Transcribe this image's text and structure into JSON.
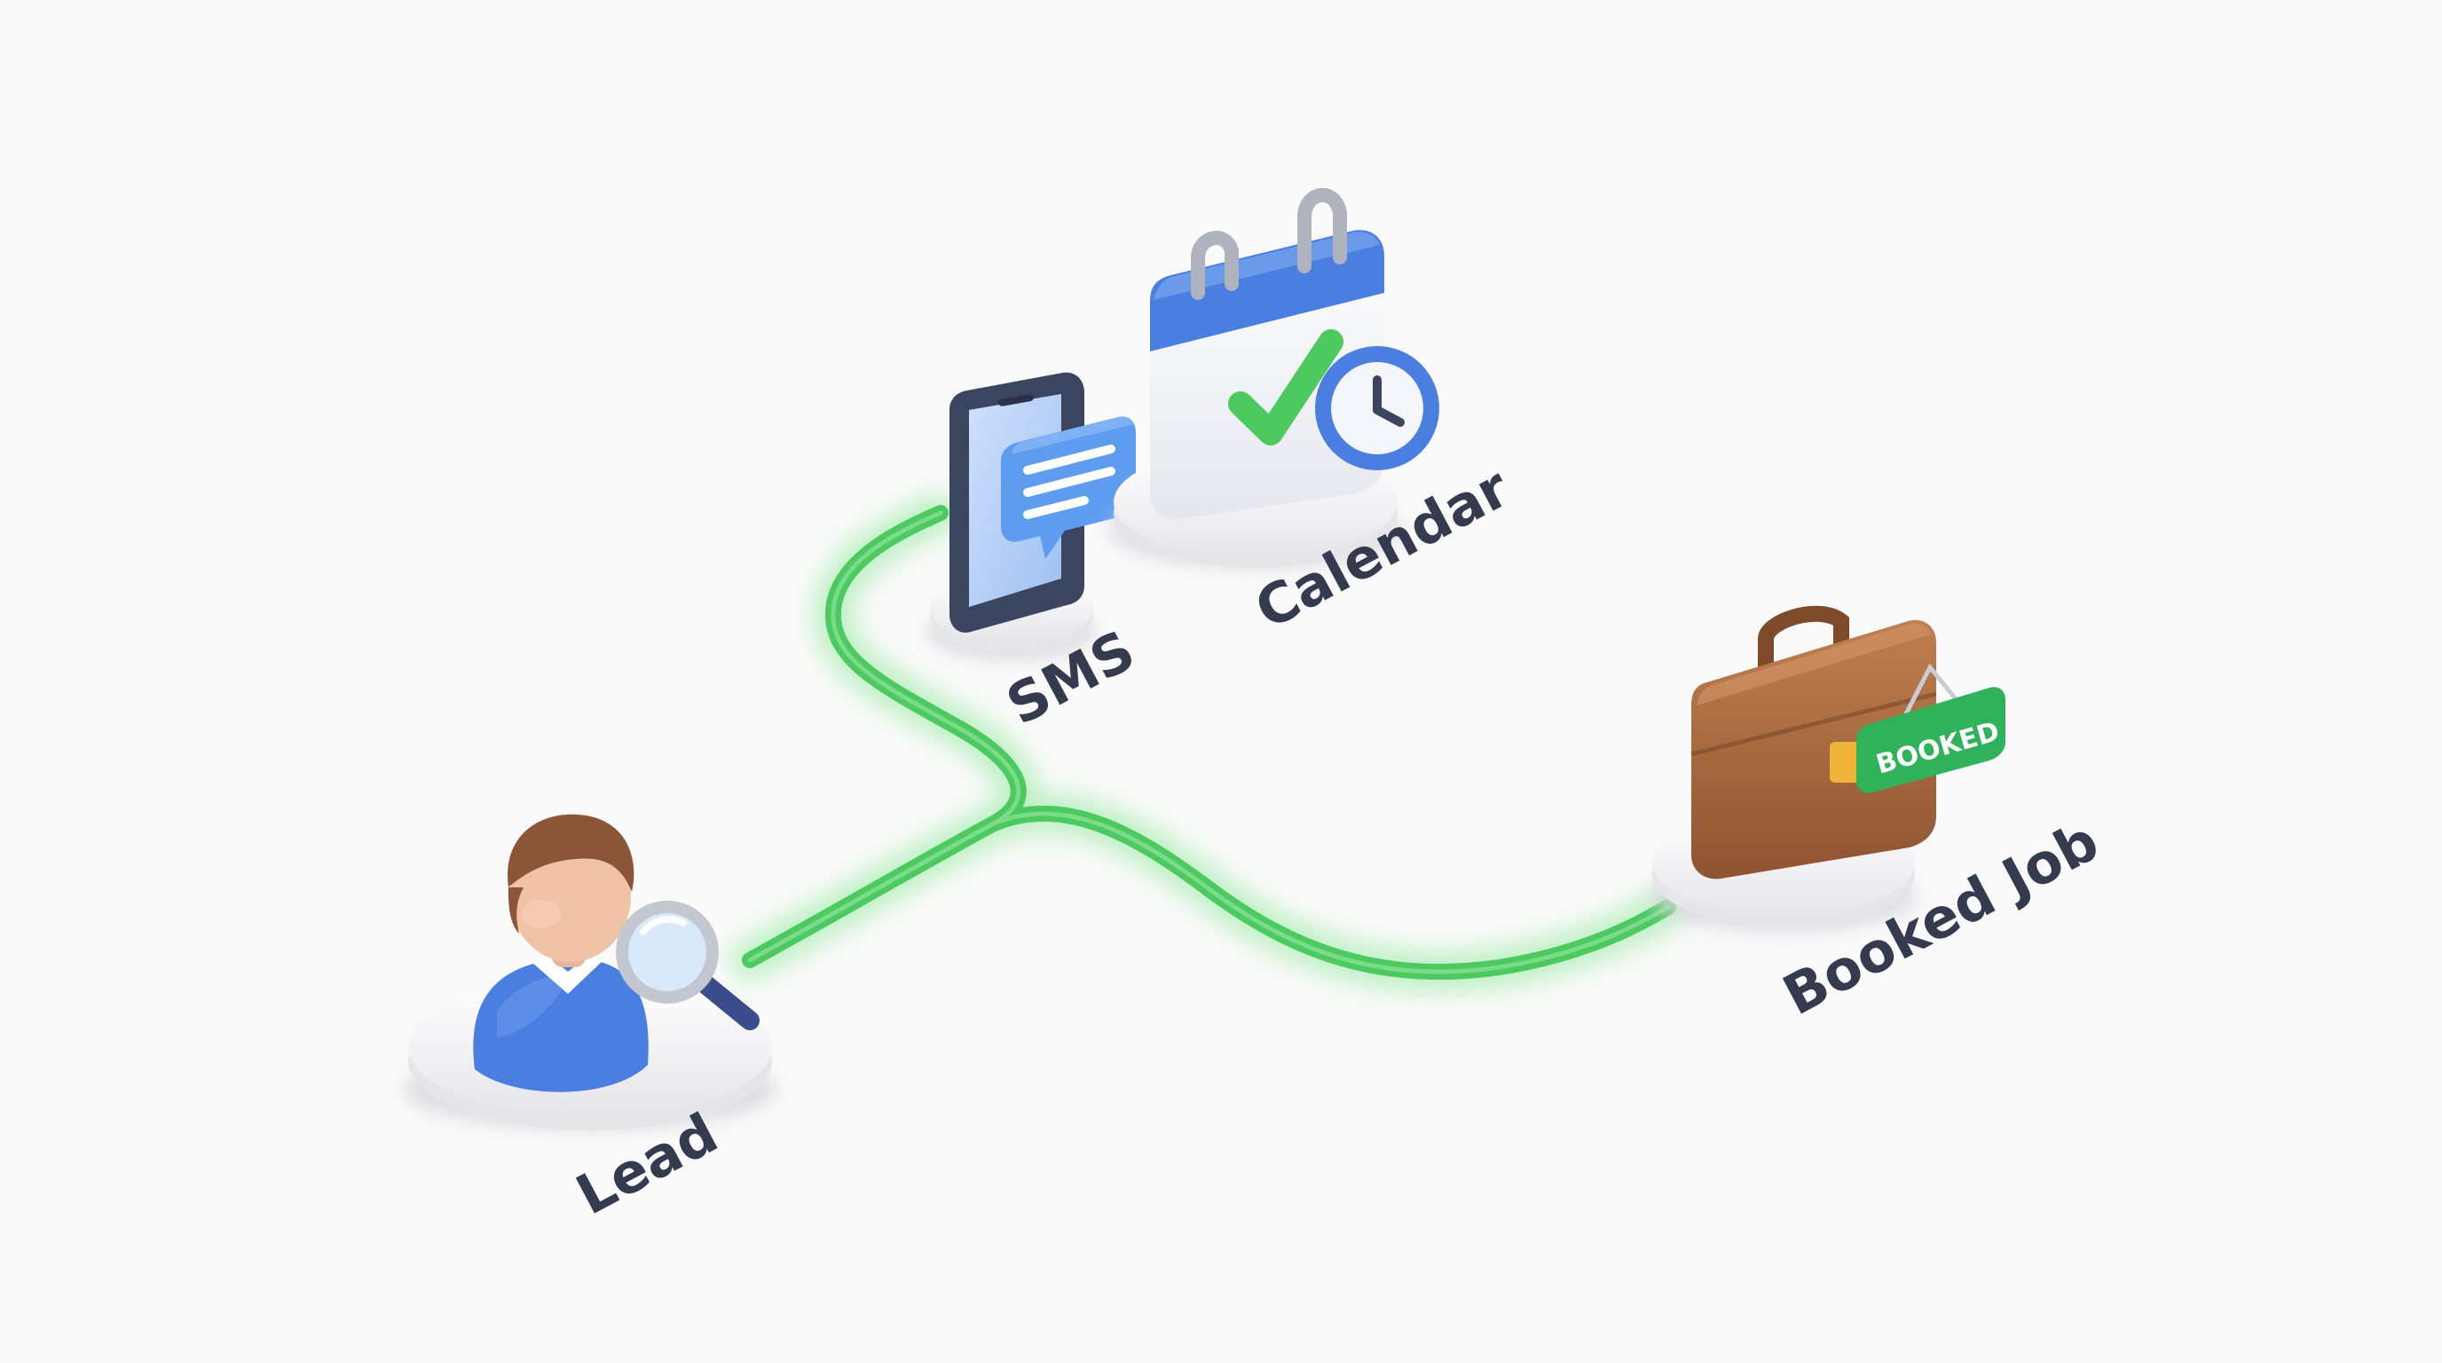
{
  "nodes": {
    "lead": {
      "label": "Lead",
      "icon": "person-magnifier-icon"
    },
    "sms": {
      "label": "SMS",
      "icon": "phone-message-icon"
    },
    "calendar": {
      "label": "Calendar",
      "icon": "calendar-check-clock-icon"
    },
    "booked_job": {
      "label": "Booked Job",
      "icon": "briefcase-icon",
      "badge": "BOOKED"
    }
  },
  "colors": {
    "connector": "#4cc95f",
    "connector_glow": "#a8ecb1",
    "label": "#343b4e",
    "accent_blue": "#4a7ee0",
    "briefcase": "#a9673b",
    "badge": "#2fb25a"
  }
}
